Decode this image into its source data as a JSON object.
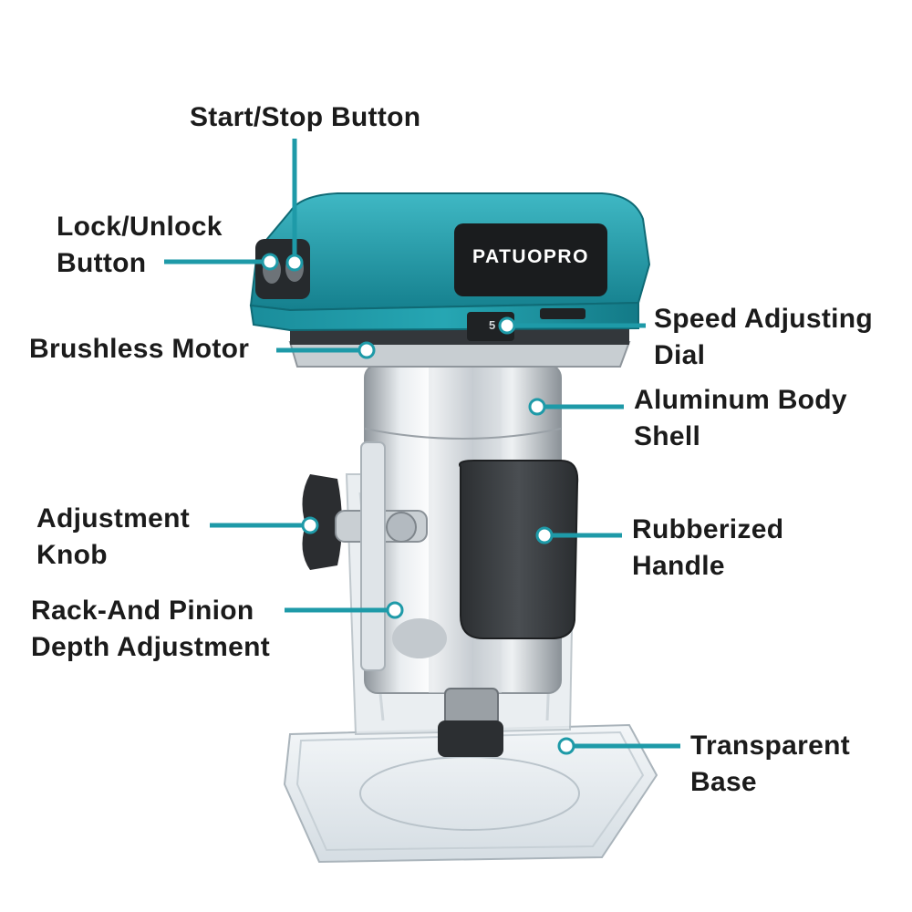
{
  "brand": "PATUOPRO",
  "dial_mark": "5",
  "colors": {
    "accent": "#1e9aa8",
    "leader": "#1e9aa8",
    "label_text": "#1b1b1b"
  },
  "labels": {
    "start_stop": [
      "Start/Stop Button"
    ],
    "lock_unlock": [
      "Lock/Unlock",
      "Button"
    ],
    "brushless_motor": [
      "Brushless Motor"
    ],
    "adjustment_knob": [
      "Adjustment",
      "Knob"
    ],
    "rack_pinion": [
      "Rack-And Pinion",
      "Depth Adjustment"
    ],
    "speed_dial": [
      "Speed Adjusting",
      "Dial"
    ],
    "aluminum_shell": [
      "Aluminum Body",
      "Shell"
    ],
    "rubber_handle": [
      "Rubberized",
      "Handle"
    ],
    "transparent_base": [
      "Transparent",
      "Base"
    ]
  }
}
